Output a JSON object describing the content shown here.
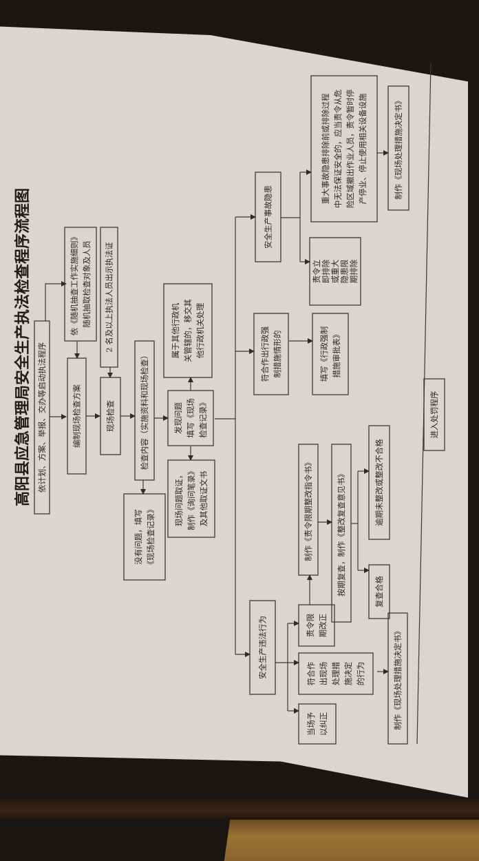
{
  "document": {
    "title": "高阳县应急管理局安全生产执法检查程序流程图"
  },
  "nodes": {
    "start": [
      "依计划、方案、举报、交办等启动执法程序"
    ],
    "random_rule": [
      "依《随机抽查工作实施细则》",
      "随机抽取检查对象及人员"
    ],
    "plan": [
      "编制现场检查方案"
    ],
    "credentials": [
      "2 名及以上执法人员出示执法证"
    ],
    "onsite": [
      "现场检查"
    ],
    "content": [
      "检查内容（实施资料和现场检查）"
    ],
    "no_problem": [
      "没有问题，填写",
      "《现场检查记录》"
    ],
    "found_problem": [
      "发现问题",
      "填写《现场",
      "检查记录》"
    ],
    "evidence": [
      "现场问题取证，",
      "制作《询问笔录》",
      "及其他取证文书"
    ],
    "transfer": [
      "属于其他行政机",
      "关管辖的，移交其",
      "他行政机关处理"
    ],
    "coercive": [
      "符合作出行政强",
      "制措施情形的"
    ],
    "coercive_form": [
      "填写《行政强制",
      "措施审批表》"
    ],
    "hazard": [
      "安全生产事故隐患"
    ],
    "order_remove": [
      "责令立",
      "即排除",
      "或重大",
      "隐患限",
      "期排除"
    ],
    "major_hazard": [
      "重大事故隐患排除前或排除过程",
      "中无法保证安全的，应当责令从危",
      "险区域撤出作业人员，责令暂时停",
      "产停业、停止使用相关设备设施"
    ],
    "decision_a": [
      "制作《现场处理措施决定书》"
    ],
    "violation": [
      "安全生产违法行为"
    ],
    "correct_now": [
      "当场予",
      "以纠正"
    ],
    "onsite_measure": [
      "符合作",
      "出现场",
      "处理措",
      "施决定",
      "的行为"
    ],
    "deadline": [
      "责令限",
      "期改正"
    ],
    "order_doc": [
      "制作《责令限期整改指令书》"
    ],
    "recheck": [
      "按期复查，制作《整改复查意见书》"
    ],
    "pass": [
      "复查合格"
    ],
    "fail": [
      "逾期未整改或整改不合格"
    ],
    "decision_b": [
      "制作《现场处理措施决定书》"
    ],
    "penalty": [
      "进入处罚程序"
    ]
  }
}
